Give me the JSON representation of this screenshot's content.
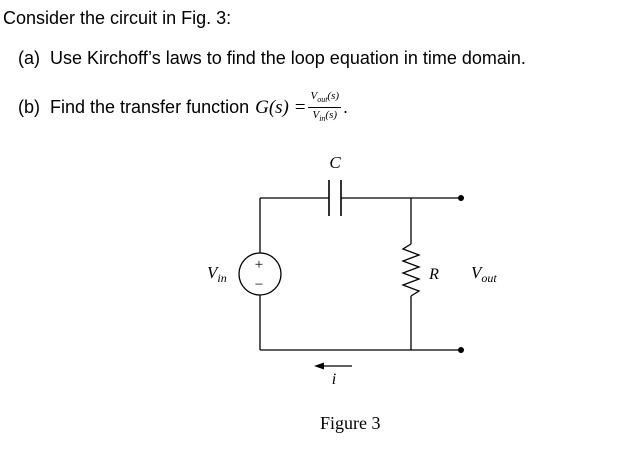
{
  "intro": "Consider the circuit in Fig. 3:",
  "items": [
    {
      "marker": "(a)",
      "text": "Use Kirchoff’s laws to find the loop equation in time domain."
    },
    {
      "marker": "(b)",
      "text": "Find the transfer function",
      "fn": "G(s) =",
      "num": "V_out(s)",
      "den": "V_in(s)",
      "end": "."
    }
  ],
  "circuit": {
    "capacitor_label": "C",
    "source_label": "V_in",
    "source_plus": "+",
    "source_minus": "−",
    "resistor_label": "R",
    "output_label": "V_out",
    "current_label": "i"
  },
  "figure_caption": "Figure 3"
}
